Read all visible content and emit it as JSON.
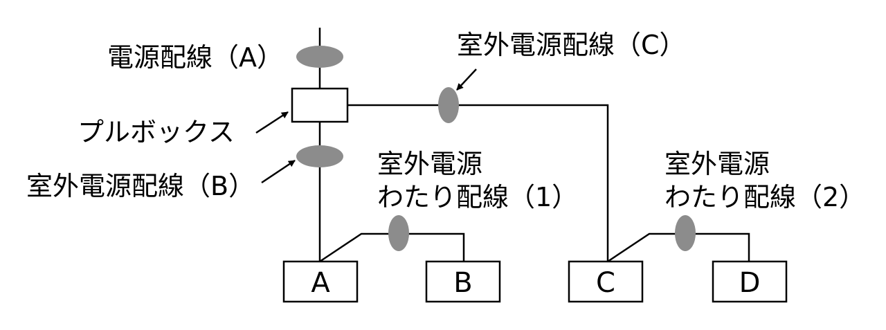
{
  "labels": {
    "power_wiring_a": "電源配線（A）",
    "outdoor_power_wiring_c": "室外電源配線（C）",
    "pull_box": "プルボックス",
    "outdoor_power_wiring_b": "室外電源配線（B）",
    "crossover_1_line1": "室外電源",
    "crossover_1_line2": "わたり配線（1）",
    "crossover_2_line1": "室外電源",
    "crossover_2_line2": "わたり配線（2）"
  },
  "units": [
    {
      "id": "A",
      "label": "A"
    },
    {
      "id": "B",
      "label": "B"
    },
    {
      "id": "C",
      "label": "C"
    },
    {
      "id": "D",
      "label": "D"
    }
  ],
  "colors": {
    "line": "#000000",
    "wire_bundle": "#8c8c8c"
  }
}
